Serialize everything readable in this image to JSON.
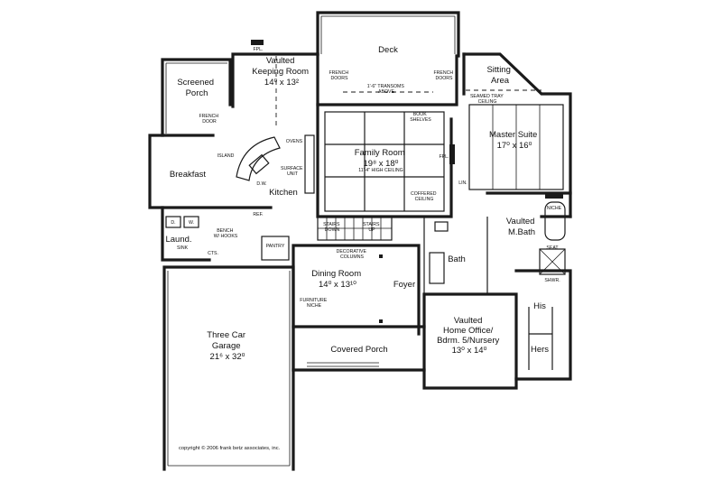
{
  "rooms": {
    "deck": "Deck",
    "screened_porch": [
      "Screened",
      "Porch"
    ],
    "keeping_room": [
      "Vaulted",
      "Keeping Room",
      "14⁰ x 13²"
    ],
    "sitting_area": [
      "Sitting",
      "Area"
    ],
    "family_room": [
      "Family Room",
      "19⁸ x 18⁰"
    ],
    "master_suite": [
      "Master Suite",
      "17⁰ x 16⁰"
    ],
    "breakfast": "Breakfast",
    "kitchen": "Kitchen",
    "laundry": "Laund.",
    "dining_room": [
      "Dining Room",
      "14⁰ x 13¹⁰"
    ],
    "foyer": "Foyer",
    "bath": "Bath",
    "master_bath": [
      "Vaulted",
      "M.Bath"
    ],
    "his": "His",
    "hers": "Hers",
    "garage": [
      "Three Car",
      "Garage",
      "21⁶ x 32⁰"
    ],
    "covered_porch": "Covered Porch",
    "home_office": [
      "Vaulted",
      "Home Office/",
      "Bdrm. 5/Nursery",
      "13⁰ x 14⁰"
    ]
  },
  "notes": {
    "fpl_top": "FPL.",
    "fpl_right": "FPL.",
    "french_doors_left": [
      "FRENCH",
      "DOORS"
    ],
    "french_doors_right": [
      "FRENCH",
      "DOORS"
    ],
    "transoms": [
      "1'-6\" TRANSOMS",
      "ABOVE"
    ],
    "french_door_porch": [
      "FRENCH",
      "DOOR"
    ],
    "book_shelves": [
      "BOOK",
      "SHELVES"
    ],
    "seamed_tray": [
      "SEAMED TRAY",
      "CEILING"
    ],
    "island": "ISLAND",
    "ovens": "OVENS",
    "surface_unit": [
      "SURFACE",
      "UNIT"
    ],
    "dw": "D.W.",
    "high_ceiling": "11'-4\" HIGH CEILING",
    "coffered": [
      "COFFERED",
      "CEILING"
    ],
    "lin": "LIN.",
    "niche": "NICHE",
    "stairs_down": [
      "STAIRS",
      "DOWN"
    ],
    "stairs_up": [
      "STAIRS",
      "UP"
    ],
    "ref": "REF.",
    "pantry": "PANTRY",
    "bench": [
      "BENCH",
      "W/ HOOKS"
    ],
    "washer": "W.",
    "dryer": "D.",
    "sink": "SINK",
    "cts": "CTS.",
    "decorative_columns": [
      "DECORATIVE",
      "COLUMNS"
    ],
    "furniture_niche": [
      "FURNITURE",
      "NICHE"
    ],
    "seat": "SEAT",
    "shwr": "SHWR."
  },
  "copyright": "copyright © 2006 frank betz associates, inc."
}
